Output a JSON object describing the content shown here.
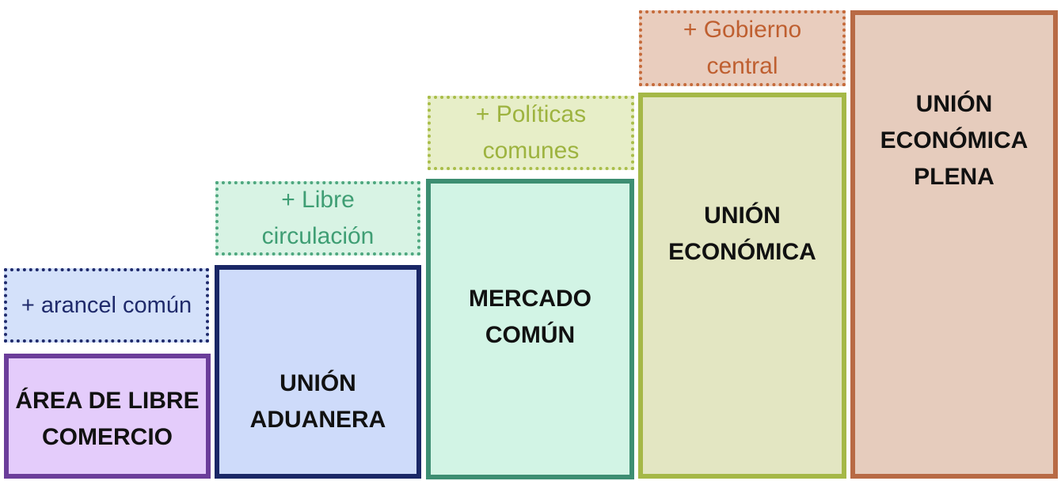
{
  "stages": [
    {
      "label": "ÁREA DE LIBRE\nCOMERCIO",
      "color": "#6B3D9A",
      "fill": "#E4CCFB"
    },
    {
      "label": "UNIÓN\nADUANERA",
      "color": "#1A2766",
      "fill": "#CEDBFA"
    },
    {
      "label": "MERCADO\nCOMÚN",
      "color": "#3D8E72",
      "fill": "#D2F4E5"
    },
    {
      "label": "UNIÓN\nECONÓMICA",
      "color": "#A5B847",
      "fill": "#E3E6C2"
    },
    {
      "label": "UNIÓN\nECONÓMICA\nPLENA",
      "color": "#B86A45",
      "fill": "#E6CCBD"
    }
  ],
  "additions": [
    {
      "label": "+ arancel común",
      "color": "#1F2A6B"
    },
    {
      "label": "+ Libre\ncirculación",
      "color": "#3F9E74"
    },
    {
      "label": "+ Políticas\ncomunes",
      "color": "#9DB33F"
    },
    {
      "label": "+ Gobierno\ncentral",
      "color": "#BF5F30"
    }
  ]
}
